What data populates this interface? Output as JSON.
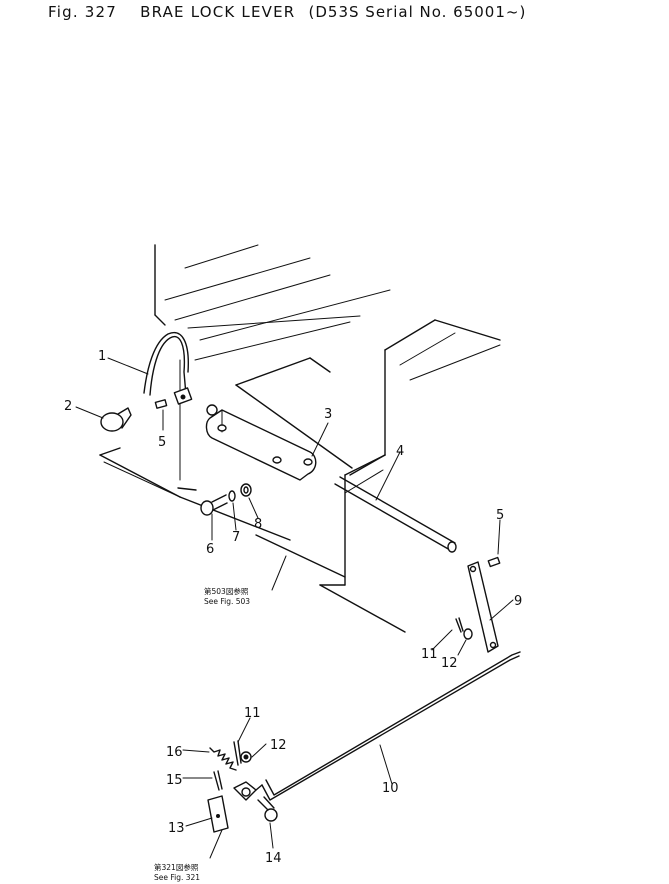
{
  "figure": {
    "number": "Fig. 327",
    "name": "BRAE LOCK LEVER",
    "serial": "(D53S Serial No. 65001~)"
  },
  "callouts": [
    "1",
    "2",
    "3",
    "4",
    "5",
    "5",
    "6",
    "7",
    "8",
    "9",
    "10",
    "11",
    "11",
    "12",
    "12",
    "13",
    "14",
    "15",
    "16"
  ],
  "references": [
    {
      "code": "第503図参照",
      "text": "See Fig. 503"
    },
    {
      "code": "第321図参照",
      "text": "See Fig. 321"
    }
  ]
}
